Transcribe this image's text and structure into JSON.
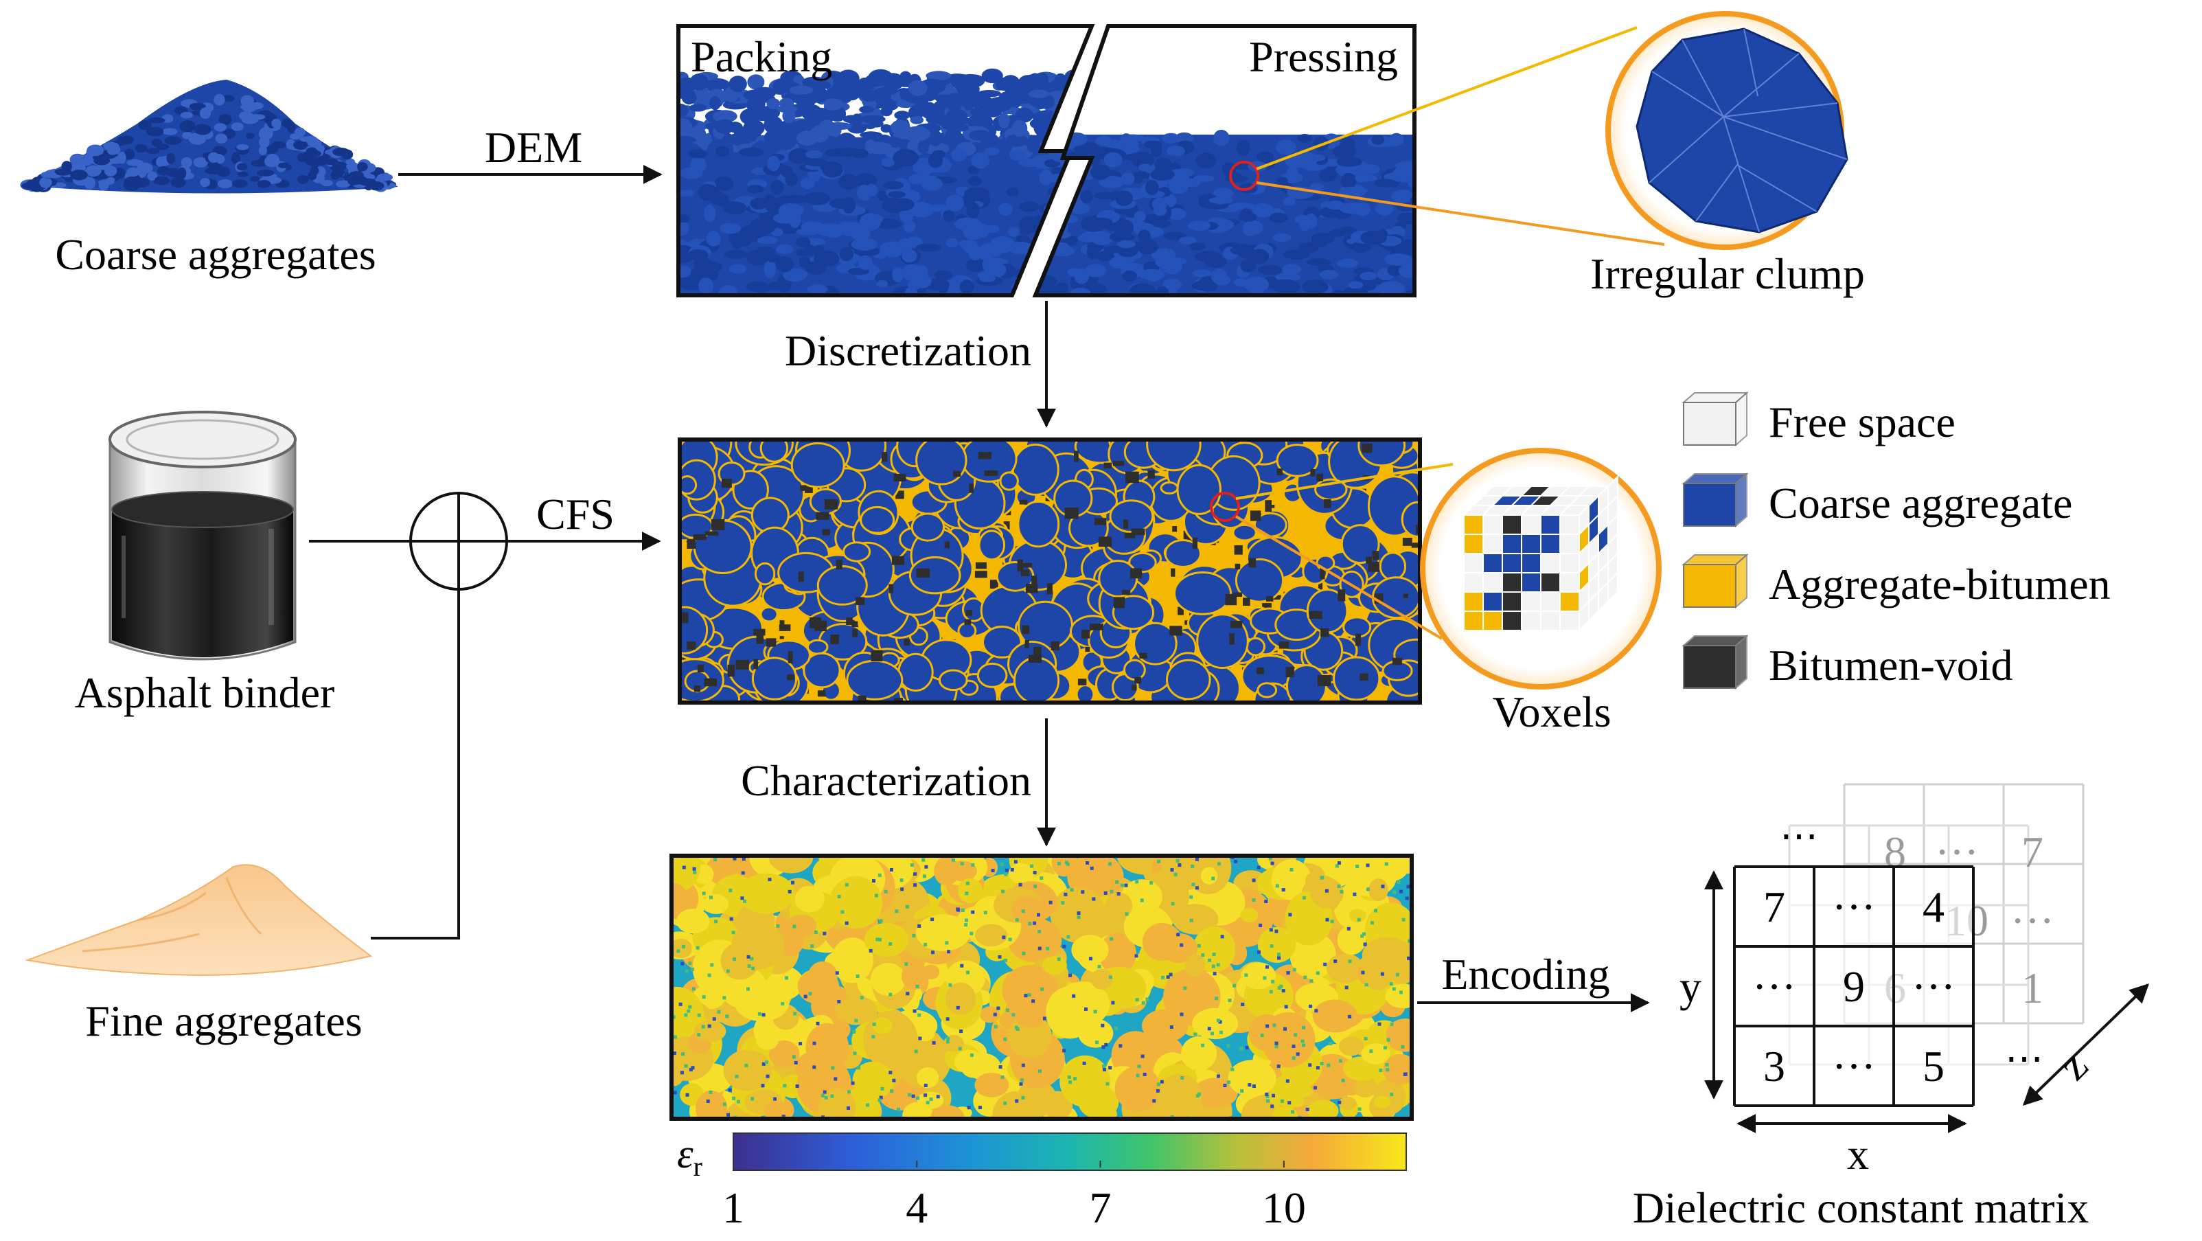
{
  "inputs": {
    "coarse": "Coarse aggregates",
    "binder": "Asphalt binder",
    "fine": "Fine aggregates"
  },
  "arrows": {
    "dem": "DEM",
    "cfs": "CFS",
    "discretization": "Discretization",
    "characterization": "Characterization",
    "encoding": "Encoding"
  },
  "stages": {
    "packing": "Packing",
    "pressing": "Pressing",
    "clump": "Irregular clump",
    "voxels": "Voxels"
  },
  "legend": {
    "items": [
      {
        "label": "Free space",
        "color": "#f2f2f2"
      },
      {
        "label": "Coarse aggregate",
        "color": "#1d46a8"
      },
      {
        "label": "Aggregate-bitumen",
        "color": "#f5b800"
      },
      {
        "label": "Bitumen-void",
        "color": "#2e2e2e"
      }
    ]
  },
  "colorbar": {
    "symbol": "ε",
    "subscript": "r",
    "ticks": [
      "1",
      "4",
      "7",
      "10"
    ]
  },
  "matrix": {
    "front": [
      "7",
      "···",
      "4",
      "···",
      "9",
      "···",
      "3",
      "···",
      "5"
    ],
    "back": [
      "8",
      "···",
      "7",
      "10",
      "···",
      "6",
      "1"
    ],
    "axis_x": "x",
    "axis_y": "y",
    "axis_z": "z",
    "title": "Dielectric constant matrix"
  },
  "colors": {
    "aggregate_blue": "#1d46a8",
    "bitumen_yellow": "#f5b800",
    "void_dark": "#2e2e2e",
    "fine_tan": "#f6c48a",
    "zoom_ring": "#f39a1f"
  }
}
